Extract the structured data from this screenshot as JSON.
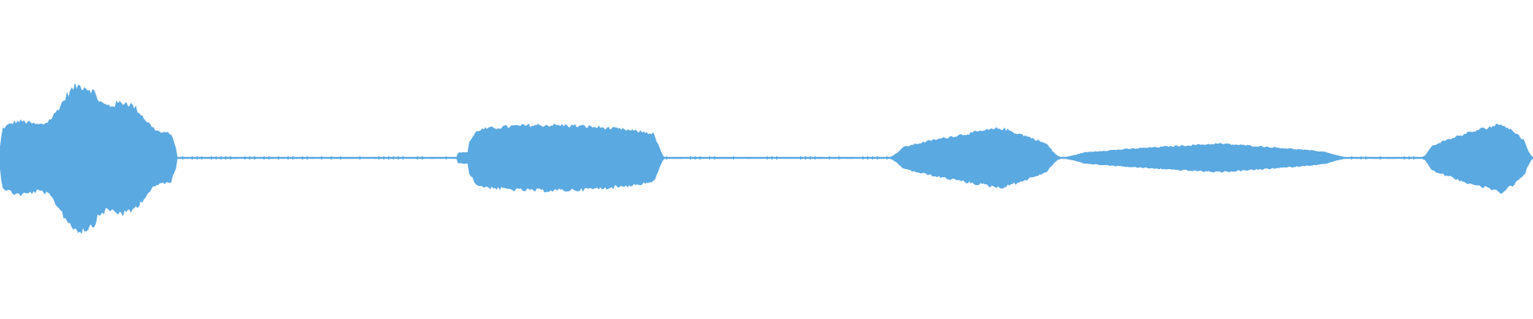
{
  "waveform": {
    "color": "#5aa9e1",
    "background": "#ffffff",
    "segments": [
      {
        "name": "segment-1",
        "start": 0.0,
        "end": 0.115,
        "shape": "diamond",
        "peak": 0.585,
        "peak_pos": 0.53,
        "base": 0.22
      },
      {
        "name": "segment-2",
        "start": 0.298,
        "end": 0.433,
        "shape": "plateau",
        "peak": 0.235,
        "peak_pos": 0.4,
        "base": 0.05
      },
      {
        "name": "segment-3",
        "start": 0.58,
        "end": 0.692,
        "shape": "hump",
        "peak": 0.2,
        "peak_pos": 0.65,
        "base": 0.0
      },
      {
        "name": "segment-4",
        "start": 0.692,
        "end": 0.88,
        "shape": "hump",
        "peak": 0.095,
        "peak_pos": 0.55,
        "base": 0.01
      },
      {
        "name": "segment-5",
        "start": 0.928,
        "end": 1.0,
        "shape": "hump",
        "peak": 0.23,
        "peak_pos": 0.72,
        "base": 0.05
      }
    ],
    "baseline_amplitude": 0.004
  }
}
